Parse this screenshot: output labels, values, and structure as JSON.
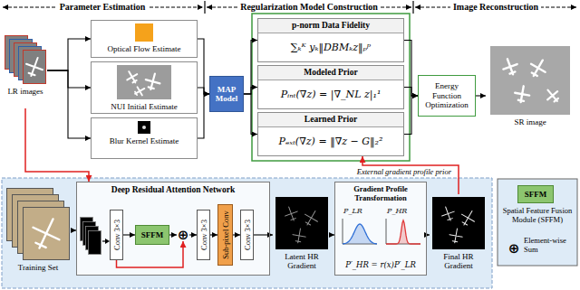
{
  "diagram": {
    "nodes": [
      {
        "text": [
          "LR images"
        ]
      },
      {
        "text": [
          "Optical Flow Estimate"
        ]
      },
      {
        "text": [
          "NUI Initial Estimate"
        ]
      },
      {
        "text": [
          "Blur Kernel Estimate"
        ]
      },
      {
        "text": [
          "MAP Model"
        ]
      },
      {
        "text": [
          "p-norm Data Fidelity",
          "∑ₖᴷ yₖ‖DBMₖz‖ₚᵖ"
        ]
      },
      {
        "text": [
          "Modeled Prior",
          "Pᵢₙₜ(∇z) = |∇_NL z|₁¹"
        ]
      },
      {
        "text": [
          "Learned Prior",
          "Pₑₓₜ(∇z) = ‖∇z − G‖₂²"
        ]
      },
      {
        "text": [
          "Energy Function Optimization"
        ]
      },
      {
        "text": [
          "SR image"
        ]
      },
      {
        "text": [
          "Training Set"
        ]
      },
      {
        "text": [
          "Deep Residual Attention Network"
        ]
      },
      {
        "text": [
          "Conv 3×3"
        ],
        "in": 11
      },
      {
        "text": [
          "SFFM"
        ],
        "in": 11
      },
      {
        "text": [
          "⊕"
        ],
        "in": 11
      },
      {
        "text": [
          "Conv 3×3"
        ],
        "in": 11
      },
      {
        "text": [
          "Sub-pixel Conv"
        ],
        "in": 11
      },
      {
        "text": [
          "Conv 3×3"
        ],
        "in": 11
      },
      {
        "text": [
          "Latent HR Gradient"
        ]
      },
      {
        "text": [
          "Gradient Profile Transformation",
          "P′_HR = r(x)P′_LR"
        ]
      },
      {
        "text": [
          "Final HR Gradient"
        ]
      },
      {
        "text": [
          "SFFM"
        ]
      },
      {
        "text": [
          "⊕"
        ]
      }
    ],
    "edges": [
      {
        "from": 0,
        "to": 1,
        "arrow": "to"
      },
      {
        "from": 0,
        "to": 2,
        "arrow": "to"
      },
      {
        "from": 0,
        "to": 3,
        "arrow": "to"
      },
      {
        "from": 1,
        "to": 4,
        "arrow": "to"
      },
      {
        "from": 2,
        "to": 4,
        "arrow": "to"
      },
      {
        "from": 3,
        "to": 4,
        "arrow": "to"
      },
      {
        "from": 4,
        "to": 5,
        "arrow": "to"
      },
      {
        "from": 4,
        "to": 6,
        "arrow": "to"
      },
      {
        "from": 4,
        "to": 7,
        "arrow": "to"
      },
      {
        "from": 5,
        "to": 8,
        "arrow": "to"
      },
      {
        "from": 6,
        "to": 8,
        "arrow": "to"
      },
      {
        "from": 7,
        "to": 8,
        "arrow": "to"
      },
      {
        "from": 8,
        "to": 9,
        "arrow": "to"
      },
      {
        "from": 0,
        "to": 11,
        "arrow": "to"
      },
      {
        "from": 10,
        "to": 11,
        "arrow": "to"
      },
      {
        "from": 12,
        "to": 13,
        "arrow": "to"
      },
      {
        "from": 13,
        "to": 14,
        "arrow": "to"
      },
      {
        "from": 12,
        "to": 14,
        "arrow": "to"
      },
      {
        "from": 14,
        "to": 15,
        "arrow": "to"
      },
      {
        "from": 15,
        "to": 16,
        "arrow": "to"
      },
      {
        "from": 16,
        "to": 17,
        "arrow": "to"
      },
      {
        "from": 17,
        "to": 18,
        "arrow": "to"
      },
      {
        "from": 18,
        "to": 19,
        "arrow": "to"
      },
      {
        "from": 19,
        "to": 20,
        "arrow": "to"
      },
      {
        "from": 20,
        "to": 7,
        "label": "External gradient profile prior",
        "arrow": "to"
      }
    ],
    "labels": [
      "Parameter Estimation",
      "Regularization Model Construction",
      "Image Reconstruction",
      "P_LR",
      "P_HR"
    ],
    "legend": [
      {
        "text": "Spatial Feature Fusion Module (SFFM)"
      },
      {
        "text": "Element-wise Sum"
      }
    ]
  }
}
